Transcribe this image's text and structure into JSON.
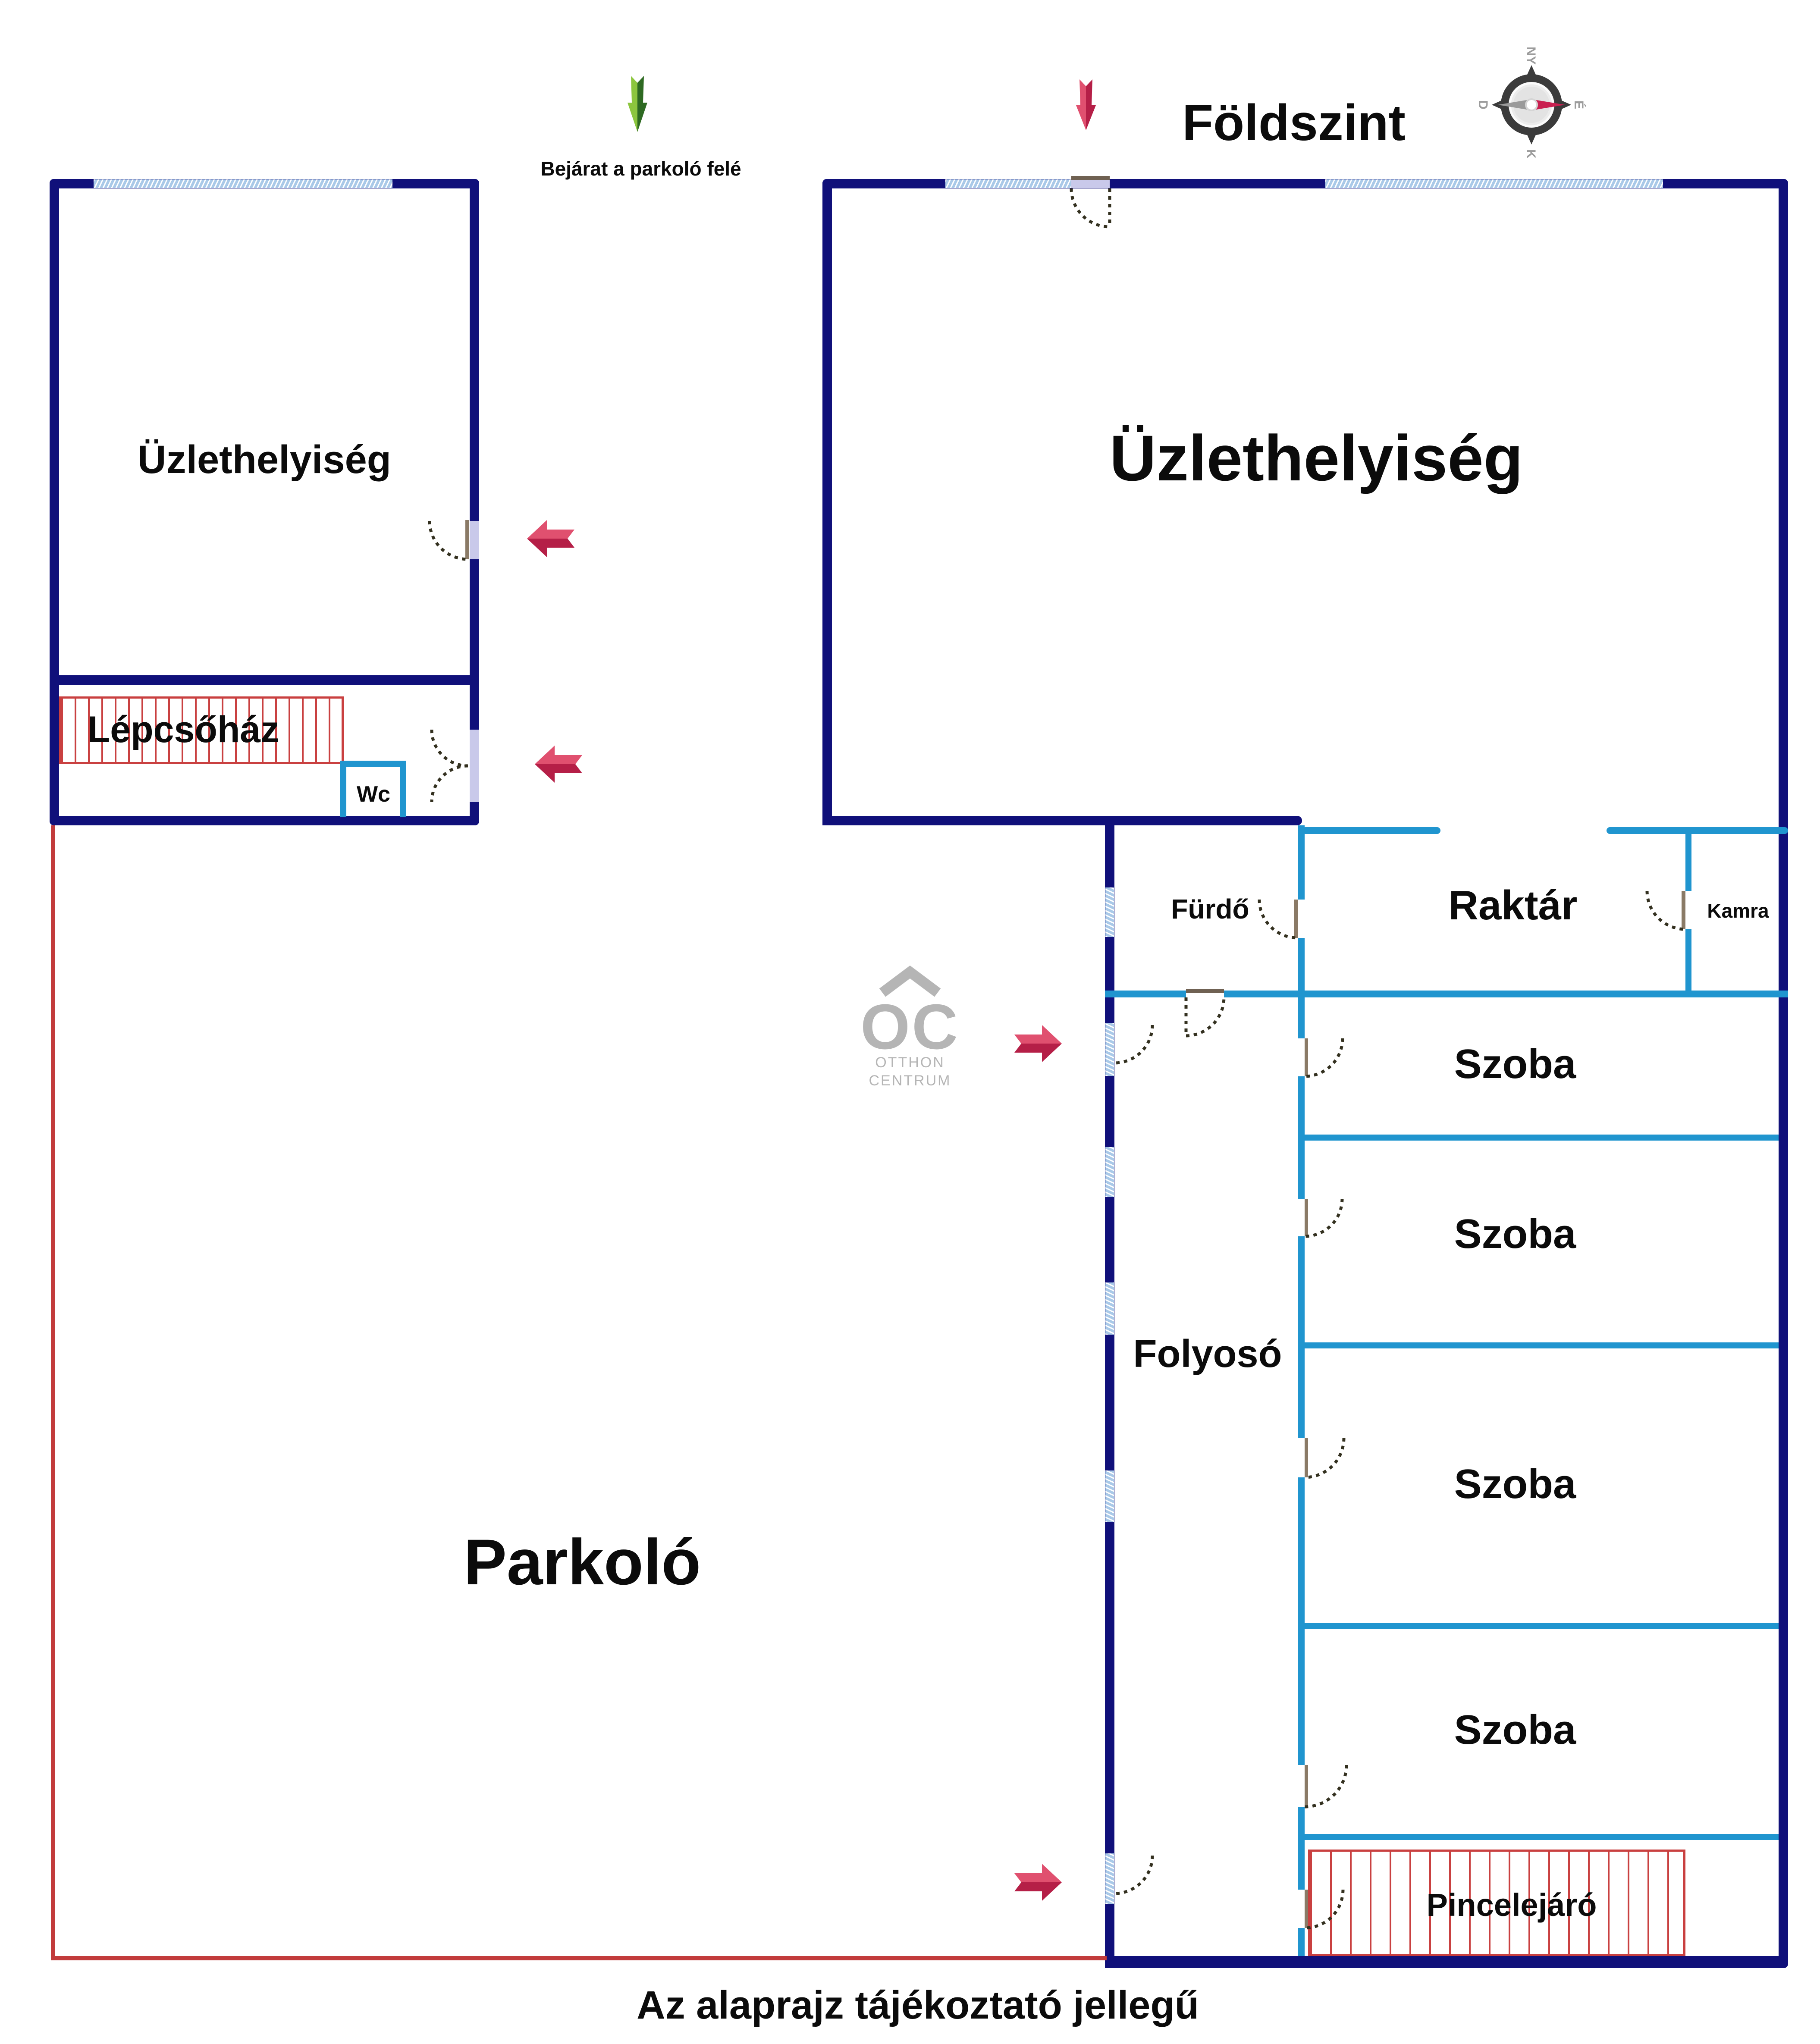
{
  "header": {
    "title": "Földszint",
    "entrance_note": "Bejárat a parkoló felé",
    "disclaimer": "Az alaprajz tájékoztató jellegű"
  },
  "compass": {
    "north": "É",
    "south": "D",
    "east": "K",
    "west": "NY"
  },
  "logo": {
    "monogram": "OC",
    "line1": "OTTHON",
    "line2": "CENTRUM"
  },
  "rooms": {
    "shop_left": "Üzlethelyiség",
    "shop_right": "Üzlethelyiség",
    "staircase": "Lépcsőház",
    "wc": "Wc",
    "bathroom": "Fürdő",
    "storage": "Raktár",
    "pantry": "Kamra",
    "room_1": "Szoba",
    "room_2": "Szoba",
    "room_3": "Szoba",
    "room_4": "Szoba",
    "corridor": "Folyosó",
    "parking": "Parkoló",
    "cellar_stairs": "Pincelejáró"
  },
  "colors": {
    "wall_exterior": "#10107a",
    "wall_interior": "#2095cf",
    "parking_boundary": "#c23b3b",
    "stair_hatch": "#c94040",
    "arrow_red": "#cf2b52",
    "arrow_green": "#8cc63e",
    "window_fill": "#a9c9e8",
    "logo_gray": "#b5b5b5"
  }
}
